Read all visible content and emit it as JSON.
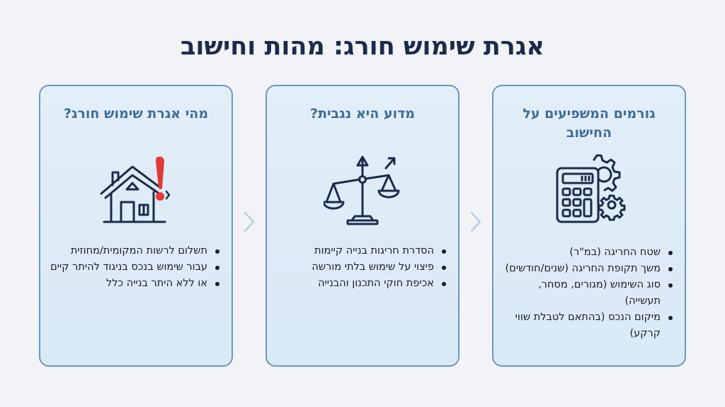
{
  "title": "אגרת שימוש חורג: מהות וחישוב",
  "cards": [
    {
      "title": "גורמים המשפיעים על החישוב",
      "icon": "calculator-gears-icon",
      "points": [
        "שטח החריגה (במ\"ר)",
        "משך תקופת החריגה (שנים/חודשים)",
        "סוג השימוש (מגורים, מסחר, תעשייה)",
        "מיקום הנכס (בהתאם לטבלת שווי קרקע)"
      ]
    },
    {
      "title": "מדוע היא נגבית?",
      "icon": "scales-icon",
      "points": [
        "הסדרת חריגות בנייה קיימות",
        "פיצוי על שימוש בלתי מורשה",
        "אכיפת חוקי התכנון והבנייה"
      ]
    },
    {
      "title": "מהי אגרת שימוש חורג?",
      "icon": "house-warning-icon",
      "points": [
        "תשלום לרשות המקומית/מחוזית",
        "עבור שימוש בנכס בניגוד להיתר קיים",
        "או ללא היתר בנייה כלל"
      ]
    }
  ],
  "colors": {
    "title": "#1c2b4a",
    "card_title": "#3f6c98",
    "card_border": "#6f98b8",
    "card_bg": "#dfecf7",
    "icon_stroke": "#1c2b4a",
    "alert_red": "#e03a35"
  }
}
